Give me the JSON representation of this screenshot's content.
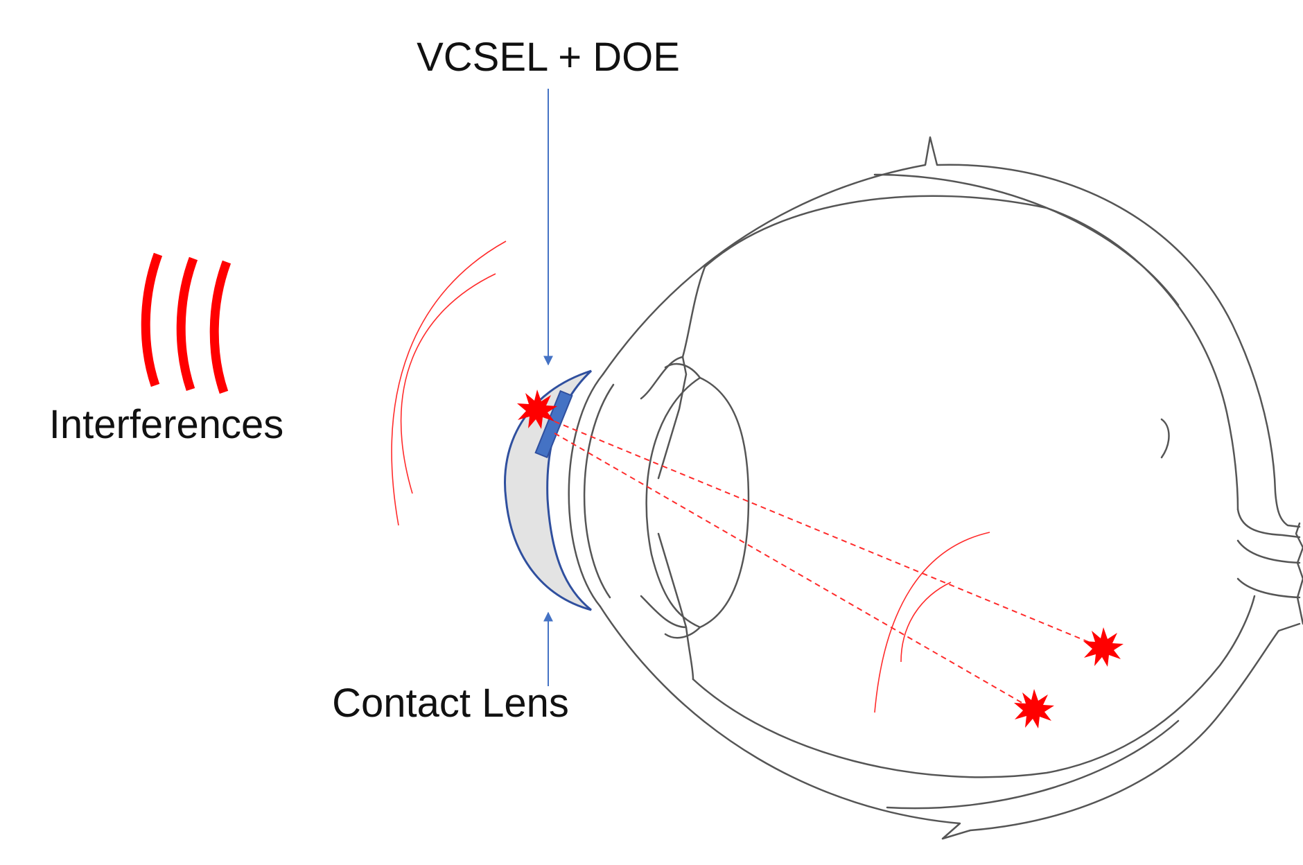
{
  "labels": {
    "emitter": "VCSEL + DOE",
    "lens": "Contact Lens",
    "noise": "Interferences"
  },
  "colors": {
    "laser": "#ff0000",
    "lens_outline": "#2f4f9e",
    "lens_fill": "#e3e3e3",
    "emitter_chip": "#4472c4",
    "pointer_arrow": "#4472c4",
    "eye_outline": "#555555"
  },
  "icons": [
    "laser-spot-icon",
    "interference-waves-icon"
  ]
}
